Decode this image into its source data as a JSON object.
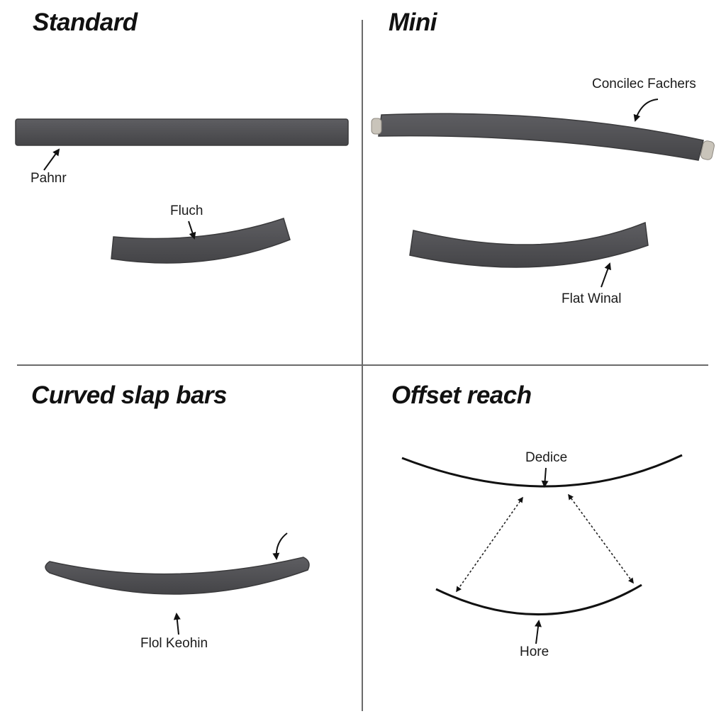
{
  "panels": {
    "standard": {
      "heading": "Standard",
      "labels": {
        "bar": "Pahnr",
        "curve": "Fluch"
      }
    },
    "mini": {
      "heading": "Mini",
      "labels": {
        "bar": "Concilec Fachers",
        "curve": "Flat Winal"
      }
    },
    "curved": {
      "heading": "Curved slap bars",
      "labels": {
        "curve": "Flol Keohin"
      }
    },
    "offset": {
      "heading": "Offset reach",
      "labels": {
        "top": "Dedice",
        "bottom": "Hore"
      }
    }
  },
  "colors": {
    "bar_fill": "#4f4f52",
    "bar_edge": "#3a3a3c",
    "line": "#111111",
    "divider": "#6b6b6b",
    "end_cap": "#c9c4ba"
  }
}
